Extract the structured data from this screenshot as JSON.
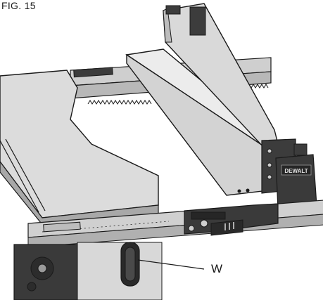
{
  "figure": {
    "label": "FIG. 15",
    "callout": "W",
    "logo_text": "DEWALT"
  },
  "colors": {
    "outline": "#1a1a1a",
    "table_top": "#d9d9d9",
    "table_edge": "#9a9a9a",
    "dark_part": "#3c3c3c",
    "darker_part": "#262626",
    "fence_face": "#cfcfcf",
    "fence_top": "#e9e9e9"
  }
}
